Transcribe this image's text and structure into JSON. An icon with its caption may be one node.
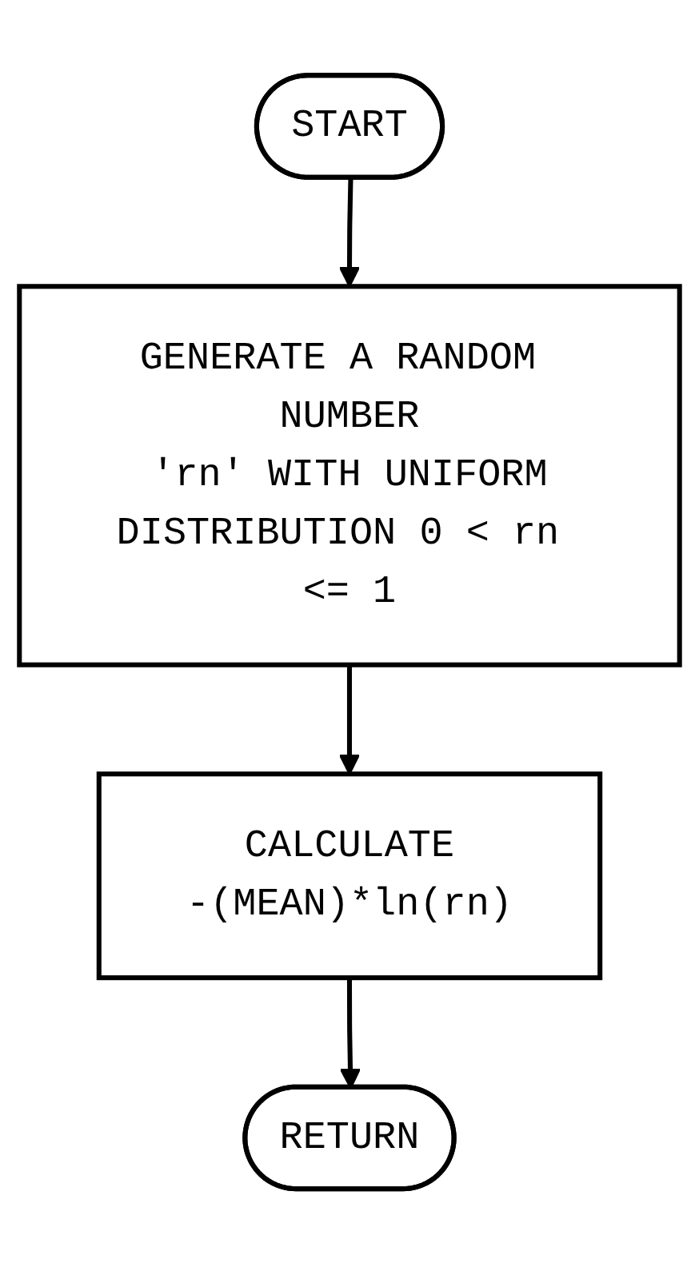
{
  "diagram": {
    "nodes": [
      {
        "text": [
          "START"
        ]
      },
      {
        "text": [
          "GENERATE A RANDOM NUMBER 'rn' WITH UNIFORM DISTRIBUTION 0 < rn <= 1"
        ]
      },
      {
        "text": [
          "CALCULATE -(MEAN)*ln(rn)"
        ]
      },
      {
        "text": [
          "RETURN"
        ]
      }
    ],
    "edges": [
      {
        "from": 0,
        "to": 1,
        "arrow": "to"
      },
      {
        "from": 1,
        "to": 2,
        "arrow": "to"
      },
      {
        "from": 2,
        "to": 3,
        "arrow": "to"
      }
    ]
  }
}
